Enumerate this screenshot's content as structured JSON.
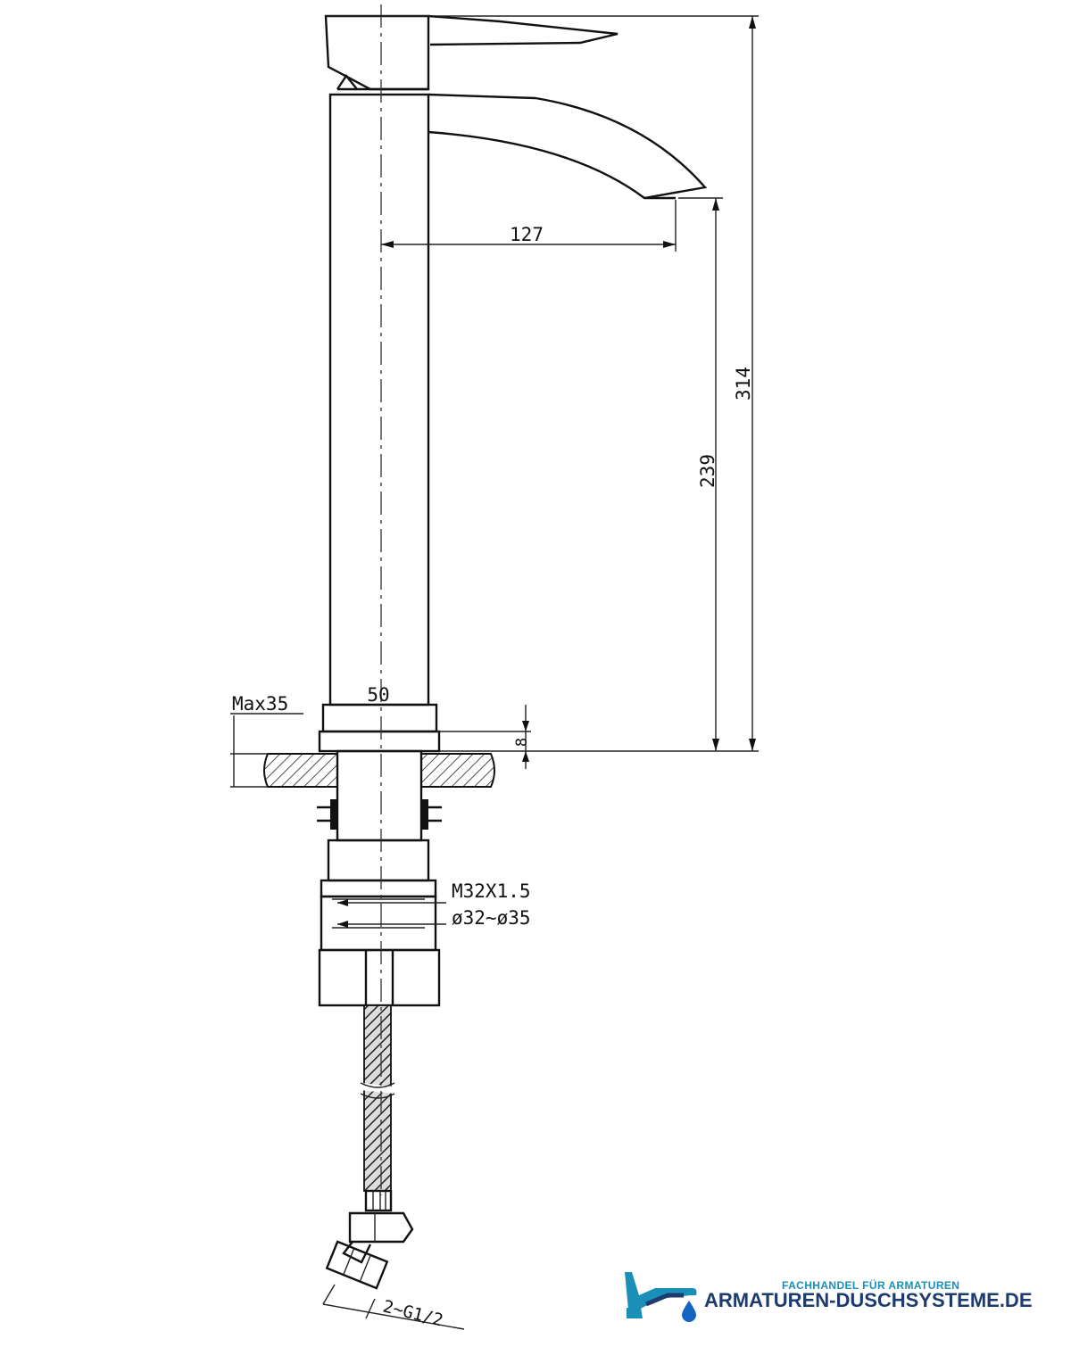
{
  "dimensions": {
    "spout_reach": "127",
    "total_height": "314",
    "spout_height": "239",
    "body_width": "50",
    "max_thickness": "Max35",
    "base_height": "8",
    "thread": "M32X1.5",
    "hole_diameter": "ø32~ø35",
    "hose_connection": "2~G1/2"
  },
  "brand": {
    "tagline": "FACHHANDEL FÜR ARMATUREN",
    "name": "ARMATUREN-DUSCHSYSTEME.DE",
    "colors": {
      "accent": "#1a8fb8",
      "dark": "#1d3b6e",
      "drop": "#1565c0"
    }
  },
  "icons": {
    "logo": "faucet-logo-icon",
    "drop": "water-drop-icon"
  }
}
